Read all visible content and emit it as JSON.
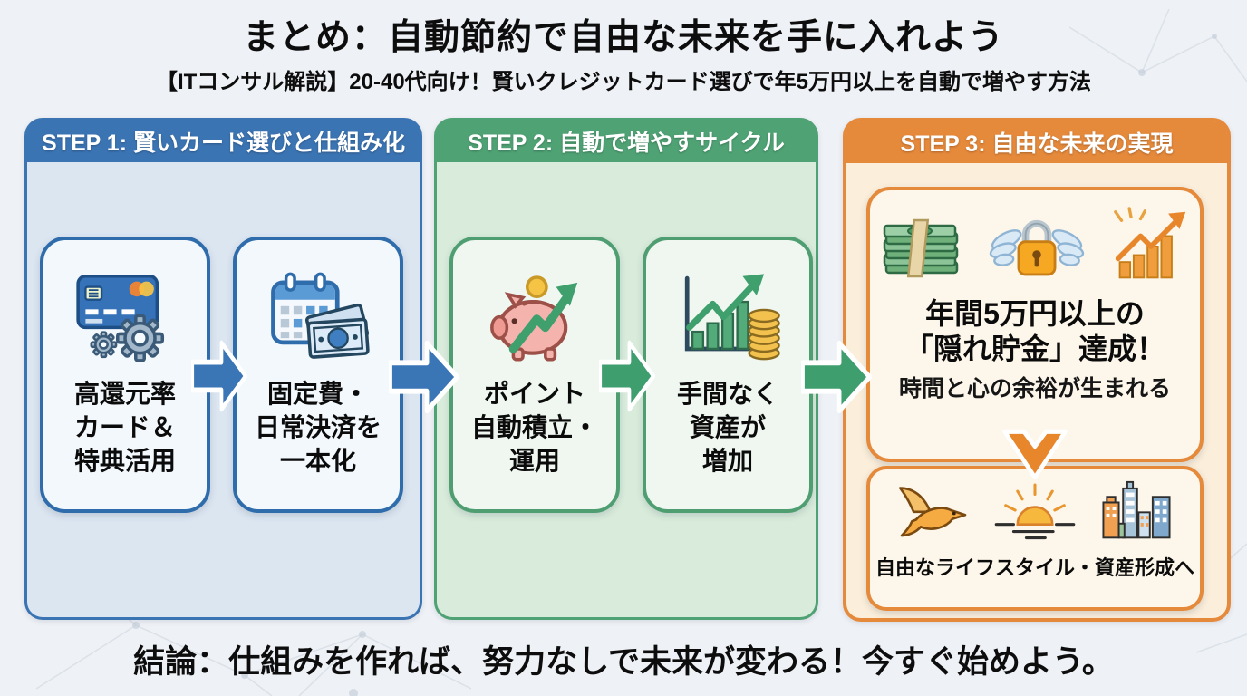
{
  "page": {
    "title": "まとめ：自動節約で自由な未来を手に入れよう",
    "subtitle": "【ITコンサル解説】20-40代向け！賢いクレジットカード選びで年5万円以上を自動で増やす方法",
    "conclusion": "結論：仕組みを作れば、努力なしで未来が変わる！今すぐ始めよう。"
  },
  "colors": {
    "background": "#eef1f5",
    "step1_accent": "#3b74b3",
    "step1_body": "#dce6f1",
    "step1_card_fill": "#f3f8fc",
    "step2_accent": "#4fa274",
    "step2_body": "#d9ecdb",
    "step2_card_fill": "#eff7f0",
    "step3_accent": "#e5893b",
    "step3_body": "#fbeeda",
    "step3_card_fill": "#fdf6ea",
    "arrow_blue": "#3a75b6",
    "arrow_green": "#3f9e6e",
    "arrow_orange": "#e8862c"
  },
  "steps": [
    {
      "label": "STEP 1: 賢いカード選びと仕組み化",
      "cards": [
        {
          "icon": "credit-card-gears-icon",
          "lines": [
            "高還元率",
            "カード＆",
            "特典活用"
          ]
        },
        {
          "icon": "calendar-money-icon",
          "lines": [
            "固定費・",
            "日常決済を",
            "一本化"
          ]
        }
      ]
    },
    {
      "label": "STEP 2: 自動で増やすサイクル",
      "cards": [
        {
          "icon": "piggy-bank-arrow-icon",
          "lines": [
            "ポイント",
            "自動積立・",
            "運用"
          ]
        },
        {
          "icon": "chart-coins-icon",
          "lines": [
            "手間なく",
            "資産が",
            "増加"
          ]
        }
      ]
    },
    {
      "label": "STEP 3: 自由な未来の実現",
      "result_card": {
        "icons": [
          "money-stack-icon",
          "winged-lock-icon",
          "growth-chart-icon"
        ],
        "headline_lines": [
          "年間5万円以上の",
          "「隠れ貯金」達成！"
        ],
        "subline": "時間と心の余裕が生まれる"
      },
      "future_card": {
        "icons": [
          "dove-icon",
          "sunrise-icon",
          "city-buildings-icon"
        ],
        "caption": "自由なライフスタイル・資産形成へ"
      }
    }
  ],
  "flow_icons": [
    "arrow-right-blue-icon",
    "arrow-right-blue-icon",
    "arrow-right-green-icon",
    "arrow-right-green-icon",
    "arrow-down-orange-icon"
  ]
}
